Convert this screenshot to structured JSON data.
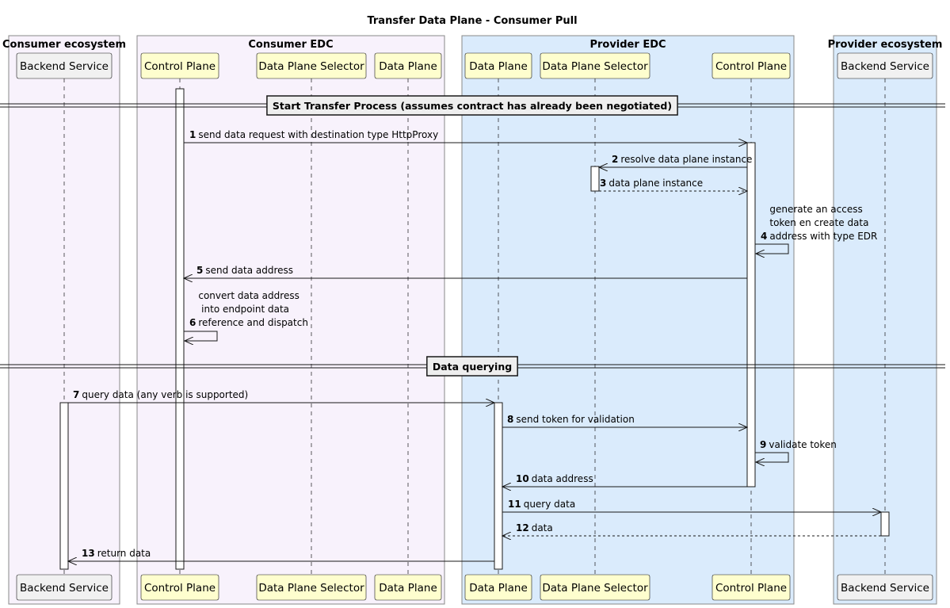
{
  "title": "Transfer Data Plane - Consumer Pull",
  "colors": {
    "consumer_box": "#F8F2FC",
    "provider_box": "#DAEBFC",
    "participant_grey": "#F1F1F1",
    "participant_yellow": "#FEFECE",
    "line": "#181818"
  },
  "boxes": [
    {
      "id": "consumer-ecosystem",
      "title": "Consumer ecosystem",
      "color": "#F8F2FC"
    },
    {
      "id": "consumer-edc",
      "title": "Consumer EDC",
      "color": "#F8F2FC"
    },
    {
      "id": "provider-edc",
      "title": "Provider EDC",
      "color": "#DAEBFC"
    },
    {
      "id": "provider-ecosystem",
      "title": "Provider ecosystem",
      "color": "#DAEBFC"
    }
  ],
  "participants": [
    {
      "id": "consumer-backend",
      "label": "Backend Service",
      "color": "#F1F1F1"
    },
    {
      "id": "consumer-control-plane",
      "label": "Control Plane",
      "color": "#FEFECE"
    },
    {
      "id": "consumer-data-plane-selector",
      "label": "Data Plane Selector",
      "color": "#FEFECE"
    },
    {
      "id": "consumer-data-plane",
      "label": "Data Plane",
      "color": "#FEFECE"
    },
    {
      "id": "provider-data-plane",
      "label": "Data Plane",
      "color": "#FEFECE"
    },
    {
      "id": "provider-data-plane-selector",
      "label": "Data Plane Selector",
      "color": "#FEFECE"
    },
    {
      "id": "provider-control-plane",
      "label": "Control Plane",
      "color": "#FEFECE"
    },
    {
      "id": "provider-backend",
      "label": "Backend Service",
      "color": "#F1F1F1"
    }
  ],
  "dividers": [
    {
      "id": "start-transfer",
      "label": "Start Transfer Process (assumes contract has already been negotiated)"
    },
    {
      "id": "data-querying",
      "label": "Data querying"
    }
  ],
  "messages": [
    {
      "num": "1",
      "lines": [
        "send data request with destination type HttpProxy"
      ],
      "from": "consumer-control-plane",
      "to": "provider-control-plane",
      "style": "solid"
    },
    {
      "num": "2",
      "lines": [
        "resolve data plane instance"
      ],
      "from": "provider-control-plane",
      "to": "provider-data-plane-selector",
      "style": "solid"
    },
    {
      "num": "3",
      "lines": [
        "data plane instance"
      ],
      "from": "provider-data-plane-selector",
      "to": "provider-control-plane",
      "style": "dashed"
    },
    {
      "num": "4",
      "lines": [
        "generate an access",
        "token en create data",
        "address with type EDR"
      ],
      "from": "provider-control-plane",
      "to": "provider-control-plane",
      "style": "self"
    },
    {
      "num": "5",
      "lines": [
        "send data address"
      ],
      "from": "provider-control-plane",
      "to": "consumer-control-plane",
      "style": "solid"
    },
    {
      "num": "6",
      "lines": [
        "convert data address",
        " into endpoint data",
        "reference and dispatch"
      ],
      "from": "consumer-control-plane",
      "to": "consumer-control-plane",
      "style": "self"
    },
    {
      "num": "7",
      "lines": [
        "query data (any verb is supported)"
      ],
      "from": "consumer-backend",
      "to": "provider-data-plane",
      "style": "solid"
    },
    {
      "num": "8",
      "lines": [
        "send token for validation"
      ],
      "from": "provider-data-plane",
      "to": "provider-control-plane",
      "style": "solid"
    },
    {
      "num": "9",
      "lines": [
        "validate token"
      ],
      "from": "provider-control-plane",
      "to": "provider-control-plane",
      "style": "self"
    },
    {
      "num": "10",
      "lines": [
        "data address"
      ],
      "from": "provider-control-plane",
      "to": "provider-data-plane",
      "style": "solid"
    },
    {
      "num": "11",
      "lines": [
        "query data"
      ],
      "from": "provider-data-plane",
      "to": "provider-backend",
      "style": "solid"
    },
    {
      "num": "12",
      "lines": [
        "data"
      ],
      "from": "provider-backend",
      "to": "provider-data-plane",
      "style": "dashed"
    },
    {
      "num": "13",
      "lines": [
        "return data"
      ],
      "from": "provider-data-plane",
      "to": "consumer-backend",
      "style": "solid"
    }
  ]
}
